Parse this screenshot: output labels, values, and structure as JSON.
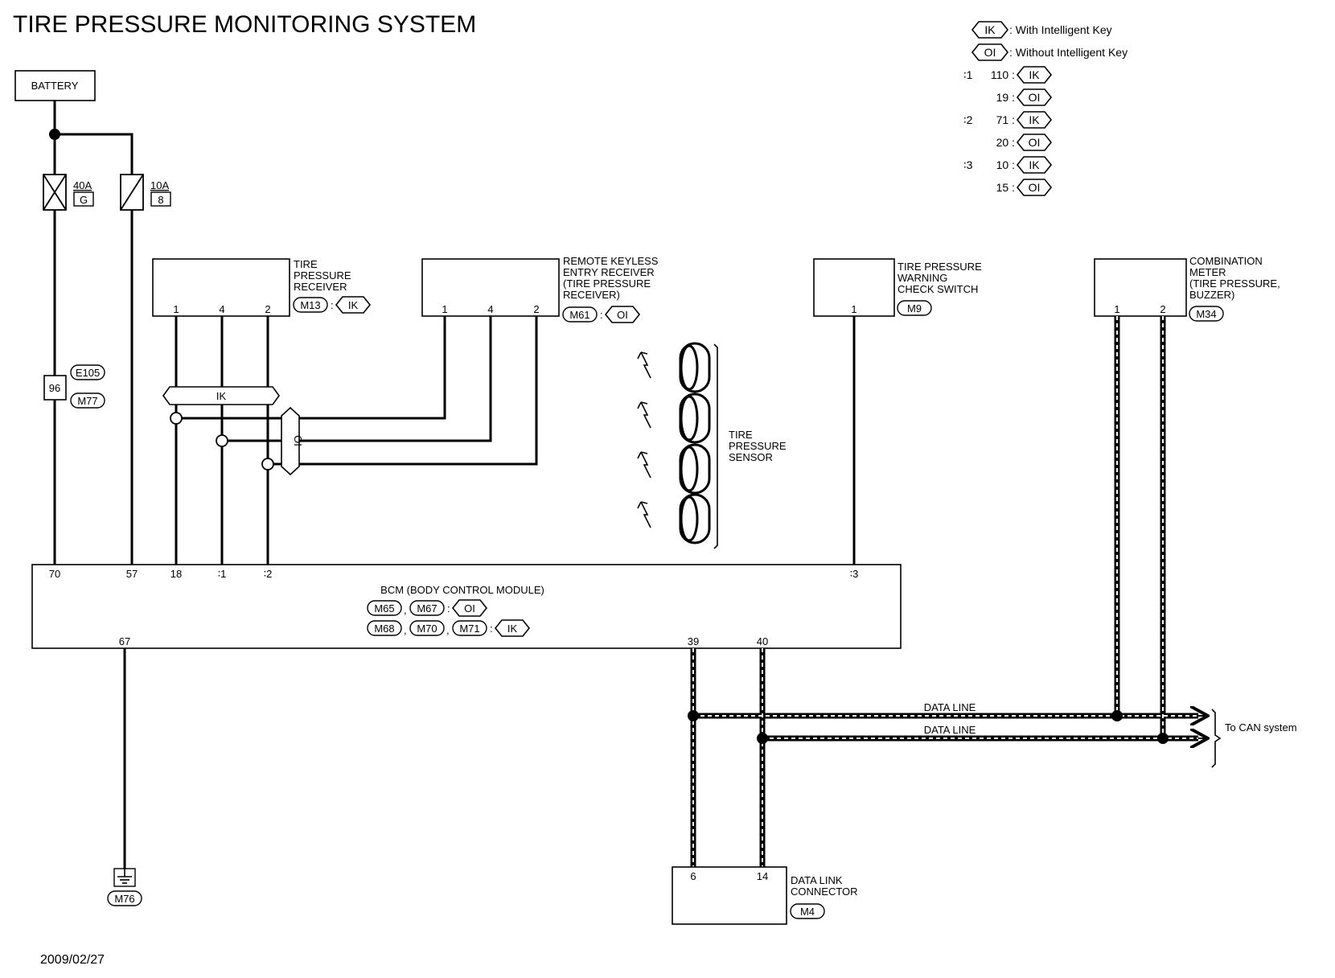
{
  "title": "TIRE PRESSURE MONITORING SYSTEM",
  "date": "2009/02/27",
  "legend": {
    "ik_code": "IK",
    "ik_label": ": With Intelligent Key",
    "oi_code": "OI",
    "oi_label": ": Without Intelligent Key",
    "notes": [
      {
        "mark": "∶1",
        "ik_pin": "110 :",
        "oi_pin": "19 :"
      },
      {
        "mark": "∶2",
        "ik_pin": "71 :",
        "oi_pin": "20 :"
      },
      {
        "mark": "∶3",
        "ik_pin": "10 :",
        "oi_pin": "15 :"
      }
    ]
  },
  "battery": "BATTERY",
  "fuses": [
    {
      "rating": "40A",
      "id": "G"
    },
    {
      "rating": "10A",
      "id": "8"
    }
  ],
  "joint_connector": {
    "pin": "96",
    "connectors": [
      "E105",
      "M77"
    ]
  },
  "components": {
    "tpr": {
      "name": [
        "TIRE",
        "PRESSURE",
        "RECEIVER"
      ],
      "connector": "M13",
      "code": "IK",
      "pins": [
        "1",
        "4",
        "2"
      ]
    },
    "rke": {
      "name": [
        "REMOTE KEYLESS",
        "ENTRY RECEIVER",
        "(TIRE PRESSURE",
        " RECEIVER)"
      ],
      "connector": "M61",
      "code": "OI",
      "pins": [
        "1",
        "4",
        "2"
      ]
    },
    "switch": {
      "name": [
        "TIRE PRESSURE",
        "WARNING",
        "CHECK SWITCH"
      ],
      "connector": "M9",
      "pins": [
        "1"
      ]
    },
    "meter": {
      "name": [
        "COMBINATION",
        "METER",
        "(TIRE PRESSURE,",
        " BUZZER)"
      ],
      "connector": "M34",
      "pins": [
        "1",
        "2"
      ]
    },
    "sensor": {
      "name": [
        "TIRE",
        "PRESSURE",
        "SENSOR"
      ]
    },
    "dlc": {
      "name": [
        "DATA LINK",
        "CONNECTOR"
      ],
      "connector": "M4",
      "pins": [
        "6",
        "14"
      ]
    }
  },
  "bcm": {
    "name": "BCM (BODY CONTROL MODULE)",
    "oi_connectors": [
      "M65",
      "M67"
    ],
    "ik_connectors": [
      "M68",
      "M70",
      "M71"
    ],
    "top_pins": [
      "70",
      "57",
      "18",
      "∶1",
      "∶2",
      "∶3"
    ],
    "bottom_pins": [
      "67",
      "39",
      "40"
    ]
  },
  "ik_bar": "IK",
  "oi_bar": "OI",
  "data_lines": [
    "DATA LINE",
    "DATA LINE"
  ],
  "can_label": "To CAN system",
  "ground": "M76"
}
